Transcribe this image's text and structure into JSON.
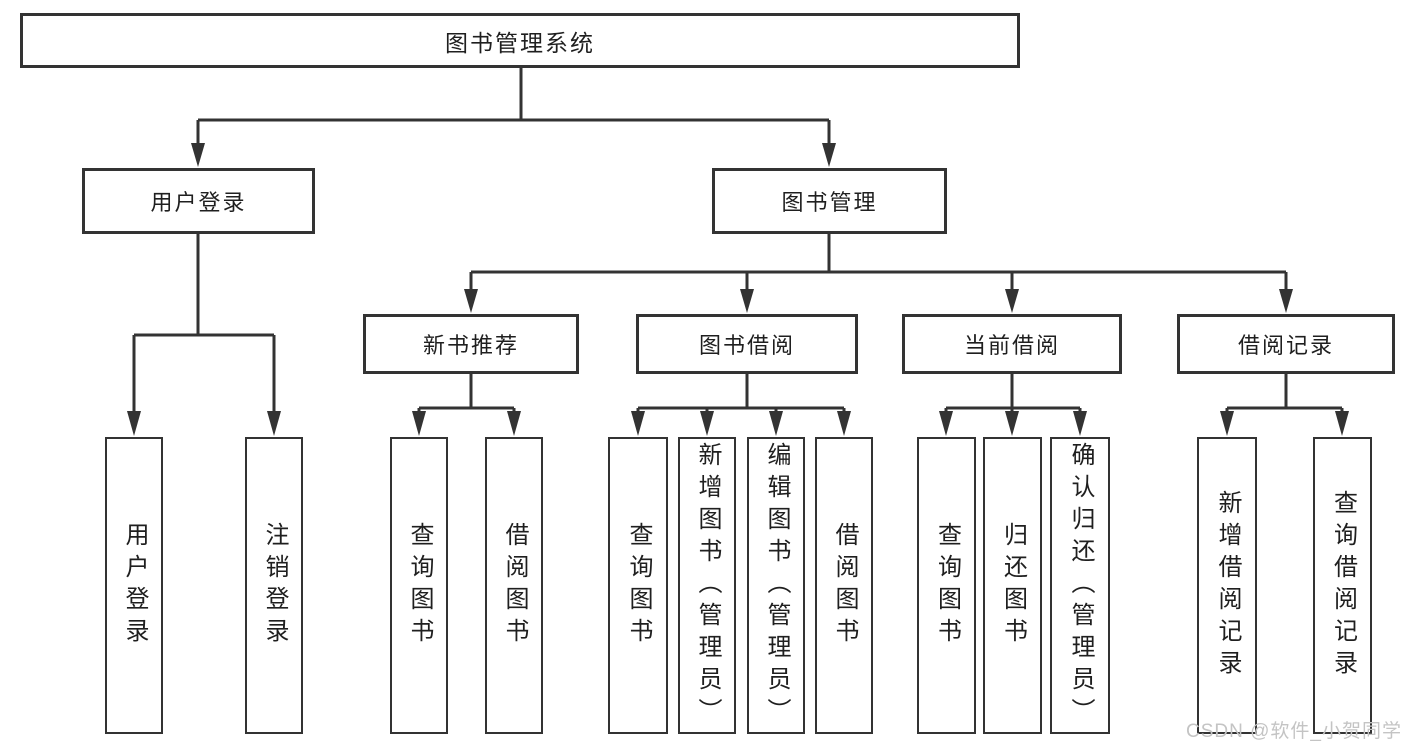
{
  "root": {
    "label": "图书管理系统"
  },
  "level2": {
    "user_login": "用户登录",
    "book_mgmt": "图书管理"
  },
  "level3": {
    "new_books": "新书推荐",
    "borrowing": "图书借阅",
    "current": "当前借阅",
    "records": "借阅记录"
  },
  "leaves": {
    "user_login": [
      "用户登录",
      "注销登录"
    ],
    "new_books": [
      "查询图书",
      "借阅图书"
    ],
    "borrowing": [
      "查询图书",
      "新增图书（管理员）",
      "编辑图书（管理员）",
      "借阅图书"
    ],
    "current": [
      "查询图书",
      "归还图书",
      "确认归还（管理员）"
    ],
    "records": [
      "新增借阅记录",
      "查询借阅记录"
    ]
  },
  "watermark": "CSDN @软件_小贺同学",
  "colors": {
    "line": "#333333",
    "text": "#1f1f1f",
    "watermark": "#c4c4c4"
  }
}
